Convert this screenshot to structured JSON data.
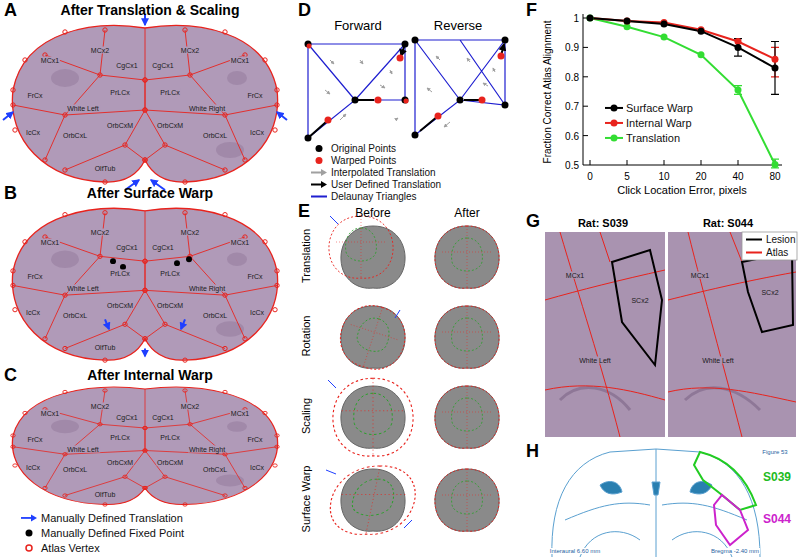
{
  "diagram": {
    "labels": [
      "A",
      "After Translation & Scaling",
      "B",
      "After Surface Warp",
      "C",
      "After Internal Warp",
      "D",
      "Forward",
      "Reverse",
      "E",
      "Before",
      "After",
      "Translation",
      "Rotation",
      "Scaling",
      "Surface Warp",
      "F",
      "Fraction Correct Atlas Alignment",
      "Click Location Error, pixels",
      "0",
      "5",
      "10",
      "20",
      "40",
      "80",
      "0.5",
      "0.6",
      "0.7",
      "0.8",
      "0.9",
      "1",
      "G",
      "Rat: S039",
      "Rat: S044",
      "H",
      "S039",
      "S044",
      "Figure 53",
      "Interaural 6.60 mm",
      "Bregma -2.40 mm",
      "MCx1",
      "MCx2",
      "CgCx1",
      "CgCx1",
      "MCx2",
      "MCx1",
      "PrLCx",
      "PrLCx",
      "FrCx",
      "FrCx",
      "White Left",
      "White Right",
      "OrbCxM",
      "OrbCxM",
      "OrbCxL",
      "OrbCxL",
      "IcCx",
      "IcCx",
      "OlfTub",
      "MCx1",
      "MCx2",
      "CgCx1",
      "CgCx1",
      "MCx2",
      "MCx1",
      "PrLCx",
      "PrLCx",
      "FrCx",
      "FrCx",
      "White Left",
      "White Right",
      "OrbCxM",
      "OrbCxM",
      "OrbCxL",
      "OrbCxL",
      "IcCx",
      "IcCx",
      "OlfTub",
      "MCx1",
      "MCx2",
      "CgCx1",
      "CgCx1",
      "MCx2",
      "MCx1",
      "PrLCx",
      "PrLCx",
      "FrCx",
      "FrCx",
      "White Left",
      "White Right",
      "OrbCxM",
      "OrbCxM",
      "OrbCxL",
      "OrbCxL",
      "IcCx",
      "IcCx",
      "OlfTub",
      "MCx1",
      "SCx2",
      "White Left",
      "MCx1",
      "SCx2",
      "White Left"
    ],
    "legend": [
      {
        "text": "Manually Defined Translation",
        "color": "#1f3fff"
      },
      {
        "text": "Manually Defined Fixed Point",
        "color": "#000000"
      },
      {
        "text": "Atlas Vertex",
        "color": "#e8231d"
      },
      {
        "text": "Original Points",
        "color": "#000000"
      },
      {
        "text": "Warped Points",
        "color": "#e8231d"
      },
      {
        "text": "Interpolated Translation",
        "color": "#a0a0a0"
      },
      {
        "text": "User Defined Translation",
        "color": "#000000"
      },
      {
        "text": "Delaunay Triangles",
        "color": "#1f1fd0"
      },
      {
        "text": "Surface Warp",
        "color": "#000000"
      },
      {
        "text": "Internal Warp",
        "color": "#e8231d"
      },
      {
        "text": "Translation",
        "color": "#33dd33"
      },
      {
        "text": "Lesion",
        "color": "#000000"
      },
      {
        "text": "Atlas",
        "color": "#e8231d"
      }
    ]
  }
}
